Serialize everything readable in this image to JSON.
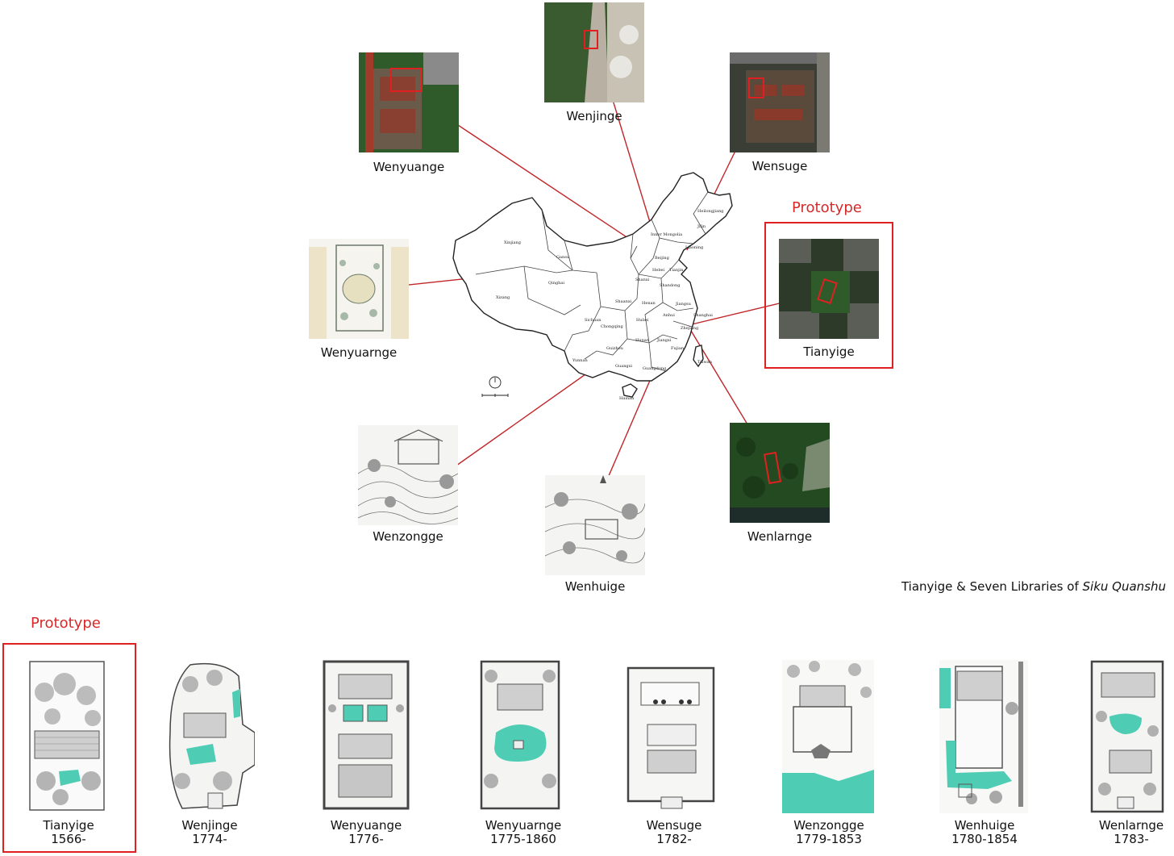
{
  "caption": {
    "prefix": "Tianyige & Seven Libraries of ",
    "italic": "Siku Quanshu"
  },
  "map_labels": [
    "Xinjiang",
    "Gansu",
    "Qinghai",
    "Xizang",
    "Sichuan",
    "Yunnan",
    "Guizhou",
    "Guangxi",
    "Guangdong",
    "Hunan",
    "Hubei",
    "Henan",
    "Shaanxi",
    "Shanxi",
    "Hebei",
    "Beijing",
    "Inner Mongolia",
    "Jilin",
    "Heilongjiang",
    "Liaoning",
    "Shandong",
    "Jiangsu",
    "Shanghai",
    "Zhejiang",
    "Fujian",
    "Jiangxi",
    "Anhui",
    "Chongqing",
    "Tianjin",
    "Taiwan",
    "Hainan"
  ],
  "libraries": [
    {
      "name": "Wenyuange"
    },
    {
      "name": "Wenjinge"
    },
    {
      "name": "Wensuge"
    },
    {
      "name": "Wenyuarnge"
    },
    {
      "name": "Tianyige"
    },
    {
      "name": "Wenzongge"
    },
    {
      "name": "Wenhuige"
    },
    {
      "name": "Wenlarnge"
    }
  ],
  "prototype_label_top": "Prototype",
  "prototype_label_bottom": "Prototype",
  "plans": [
    {
      "name": "Tianyige",
      "year": "1566-"
    },
    {
      "name": "Wenjinge",
      "year": "1774-"
    },
    {
      "name": "Wenyuange",
      "year": "1776-"
    },
    {
      "name": "Wenyuarnge",
      "year": "1775-1860"
    },
    {
      "name": "Wensuge",
      "year": "1782-"
    },
    {
      "name": "Wenzongge",
      "year": "1779-1853"
    },
    {
      "name": "Wenhuige",
      "year": "1780-1854"
    },
    {
      "name": "Wenlarnge",
      "year": "1783-"
    }
  ],
  "colors": {
    "accent_red": "#e02020",
    "teal_water": "#4fcdb4",
    "connector": "#c0262a"
  }
}
